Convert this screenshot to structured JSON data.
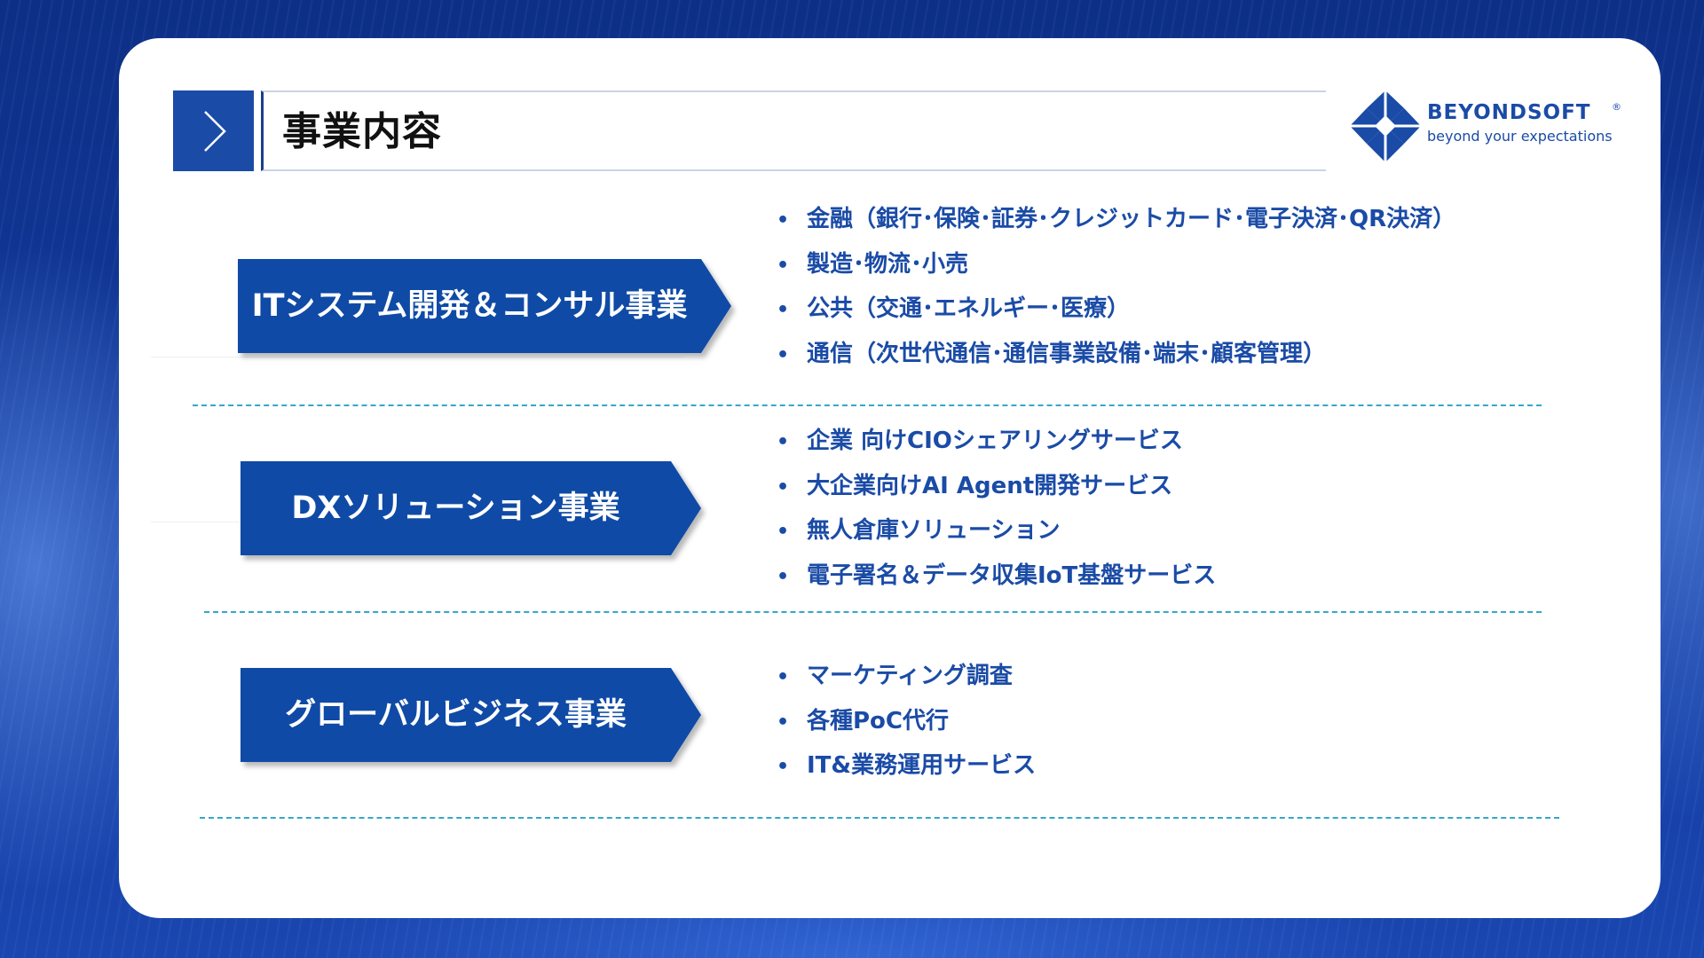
{
  "slide": {
    "title": "事業内容"
  },
  "logo": {
    "name": "BEYONDSOFT",
    "registered_mark": "®",
    "tagline": "beyond your expectations",
    "brand_color": "#1a4ba6"
  },
  "sections": [
    {
      "category": "ITシステム開発＆コンサル事業",
      "items": [
        "金融（銀行･保険･証券･クレジットカード･電子決済･QR決済）",
        "製造･物流･小売",
        "公共（交通･エネルギー･医療）",
        "通信（次世代通信･通信事業設備･端末･顧客管理）"
      ]
    },
    {
      "category": "DXソリューション事業",
      "items": [
        "企業 向けCIOシェアリングサービス",
        "大企業向けAI Agent開発サービス",
        "無人倉庫ソリューション",
        "電子署名＆データ収集IoT基盤サービス"
      ]
    },
    {
      "category": "グローバルビジネス事業",
      "items": [
        "マーケティング調査",
        "各種PoC代行",
        "IT&業務運用サービス"
      ]
    }
  ],
  "bullet_glyph": "•",
  "colors": {
    "accent": "#0f4aa6",
    "text_blue": "#1a4ba6",
    "divider": "#35a7c9",
    "background": "#123a9e"
  }
}
